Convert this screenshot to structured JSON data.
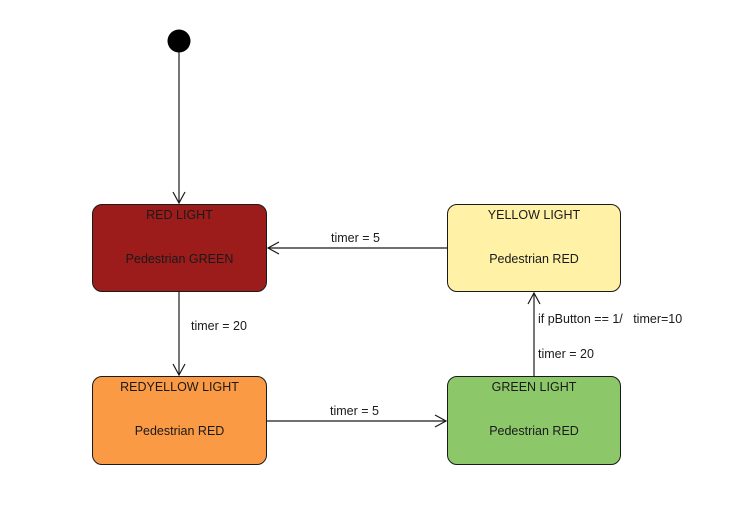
{
  "diagram": {
    "states": {
      "red": {
        "title": "RED LIGHT",
        "sub": "Pedestrian GREEN",
        "fill": "#9c1c1c"
      },
      "yellow": {
        "title": "YELLOW LIGHT",
        "sub": "Pedestrian RED",
        "fill": "#fff1a6"
      },
      "redyellow": {
        "title": "REDYELLOW LIGHT",
        "sub": "Pedestrian RED",
        "fill": "#fb9a45"
      },
      "green": {
        "title": "GREEN LIGHT",
        "sub": "Pedestrian RED",
        "fill": "#8cc86a"
      }
    },
    "transitions": {
      "yellow_to_red": "timer = 5",
      "red_to_redyellow": "timer = 20",
      "redyellow_to_green": "timer = 5",
      "green_to_yellow_guard": "if pButton == 1/   timer=10",
      "green_to_yellow_timer": "timer = 20"
    }
  }
}
